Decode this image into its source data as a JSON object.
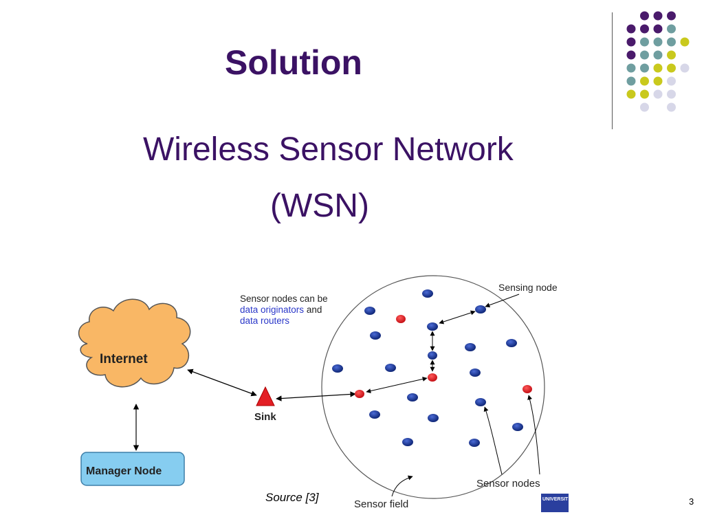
{
  "slide": {
    "title": "Solution",
    "subtitle_line1": "Wireless Sensor Network",
    "subtitle_line2": "(WSN)",
    "source": "Source [3]",
    "page_number": "3"
  },
  "diagram": {
    "internet_label": "Internet",
    "manager_label": "Manager Node",
    "sink_label": "Sink",
    "note_line1": "Sensor nodes can be",
    "note_line2_colored": "data originators",
    "note_line2_rest": " and",
    "note_line3_colored": "data routers",
    "sensing_node_label": "Sensing node",
    "sensor_nodes_label": "Sensor nodes",
    "sensor_field_label": "Sensor field",
    "logo_text": "UNIVERSIT"
  },
  "colors": {
    "title_purple": "#3b1264",
    "cloud_orange": "#f9b765",
    "manager_blue": "#86cdf0",
    "node_blue": "#15359a",
    "node_red": "#e31e24",
    "note_blue": "#2a37c9",
    "dot_purple": "#4a1a6b",
    "dot_teal": "#6f9ea0",
    "dot_yellow": "#c9c91d",
    "dot_lavender": "#d7d7e8"
  }
}
